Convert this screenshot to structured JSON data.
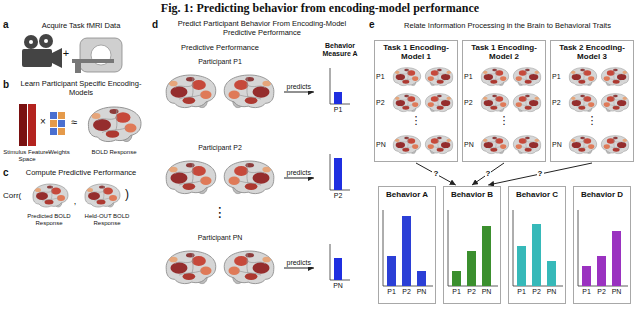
{
  "diagram": {
    "title": "Fig. 1: Predicting behavior from encoding-model performance",
    "nodes": [
      {
        "text": [
          "Participant P1"
        ]
      },
      {
        "text": [
          "Participant P2"
        ]
      },
      {
        "text": [
          "Participant PN"
        ]
      },
      {
        "text": [
          "Behavior Measure A",
          "P1",
          "P2",
          "PN"
        ]
      },
      {
        "text": [
          "Task 1 Encoding-Model 1",
          "P1",
          "P2",
          "⋮",
          "PN"
        ]
      },
      {
        "text": [
          "Task 1 Encoding-Model 2",
          "P1",
          "P2",
          "⋮",
          "PN"
        ]
      },
      {
        "text": [
          "Task 2 Encoding-Model 3",
          "P1",
          "P2",
          "⋮",
          "PN"
        ]
      },
      {
        "text": [
          "Behavior A",
          "P1",
          "P2",
          "PN"
        ]
      },
      {
        "text": [
          "Behavior B",
          "P1",
          "P2",
          "PN"
        ]
      },
      {
        "text": [
          "Behavior C",
          "P1",
          "P2",
          "PN"
        ]
      },
      {
        "text": [
          "Behavior D",
          "P1",
          "P2",
          "PN"
        ]
      }
    ],
    "edges": [
      {
        "from": 0,
        "to": 3,
        "label": "predicts",
        "arrow": "to"
      },
      {
        "from": 1,
        "to": 3,
        "label": "predicts",
        "arrow": "to"
      },
      {
        "from": 2,
        "to": 3,
        "label": "predicts",
        "arrow": "to"
      },
      {
        "from": 4,
        "to": 8,
        "label": "?",
        "arrow": "to"
      },
      {
        "from": 5,
        "to": 8,
        "label": "?",
        "arrow": "to"
      },
      {
        "from": 6,
        "to": 8,
        "label": "?",
        "arrow": "to"
      }
    ],
    "labels": [
      "a",
      "Acquire Task fMRI Data",
      "+",
      "b",
      "Learn Participant Specific Encoding-Models",
      "×",
      "≈",
      "Stimulus Feature-Space",
      "Weights",
      "BOLD Response",
      "c",
      "Compute Predictive Performance",
      "Corr(",
      ",",
      ")",
      "Predicted BOLD Response",
      "Held-OUT BOLD Response",
      "d",
      "Predict Participant Behavior From Encoding-Model Predictive Performance",
      "Predictive Performance",
      "⋮",
      "e",
      "Relate Information Processing in the Brain to Behavioral Traits"
    ]
  }
}
